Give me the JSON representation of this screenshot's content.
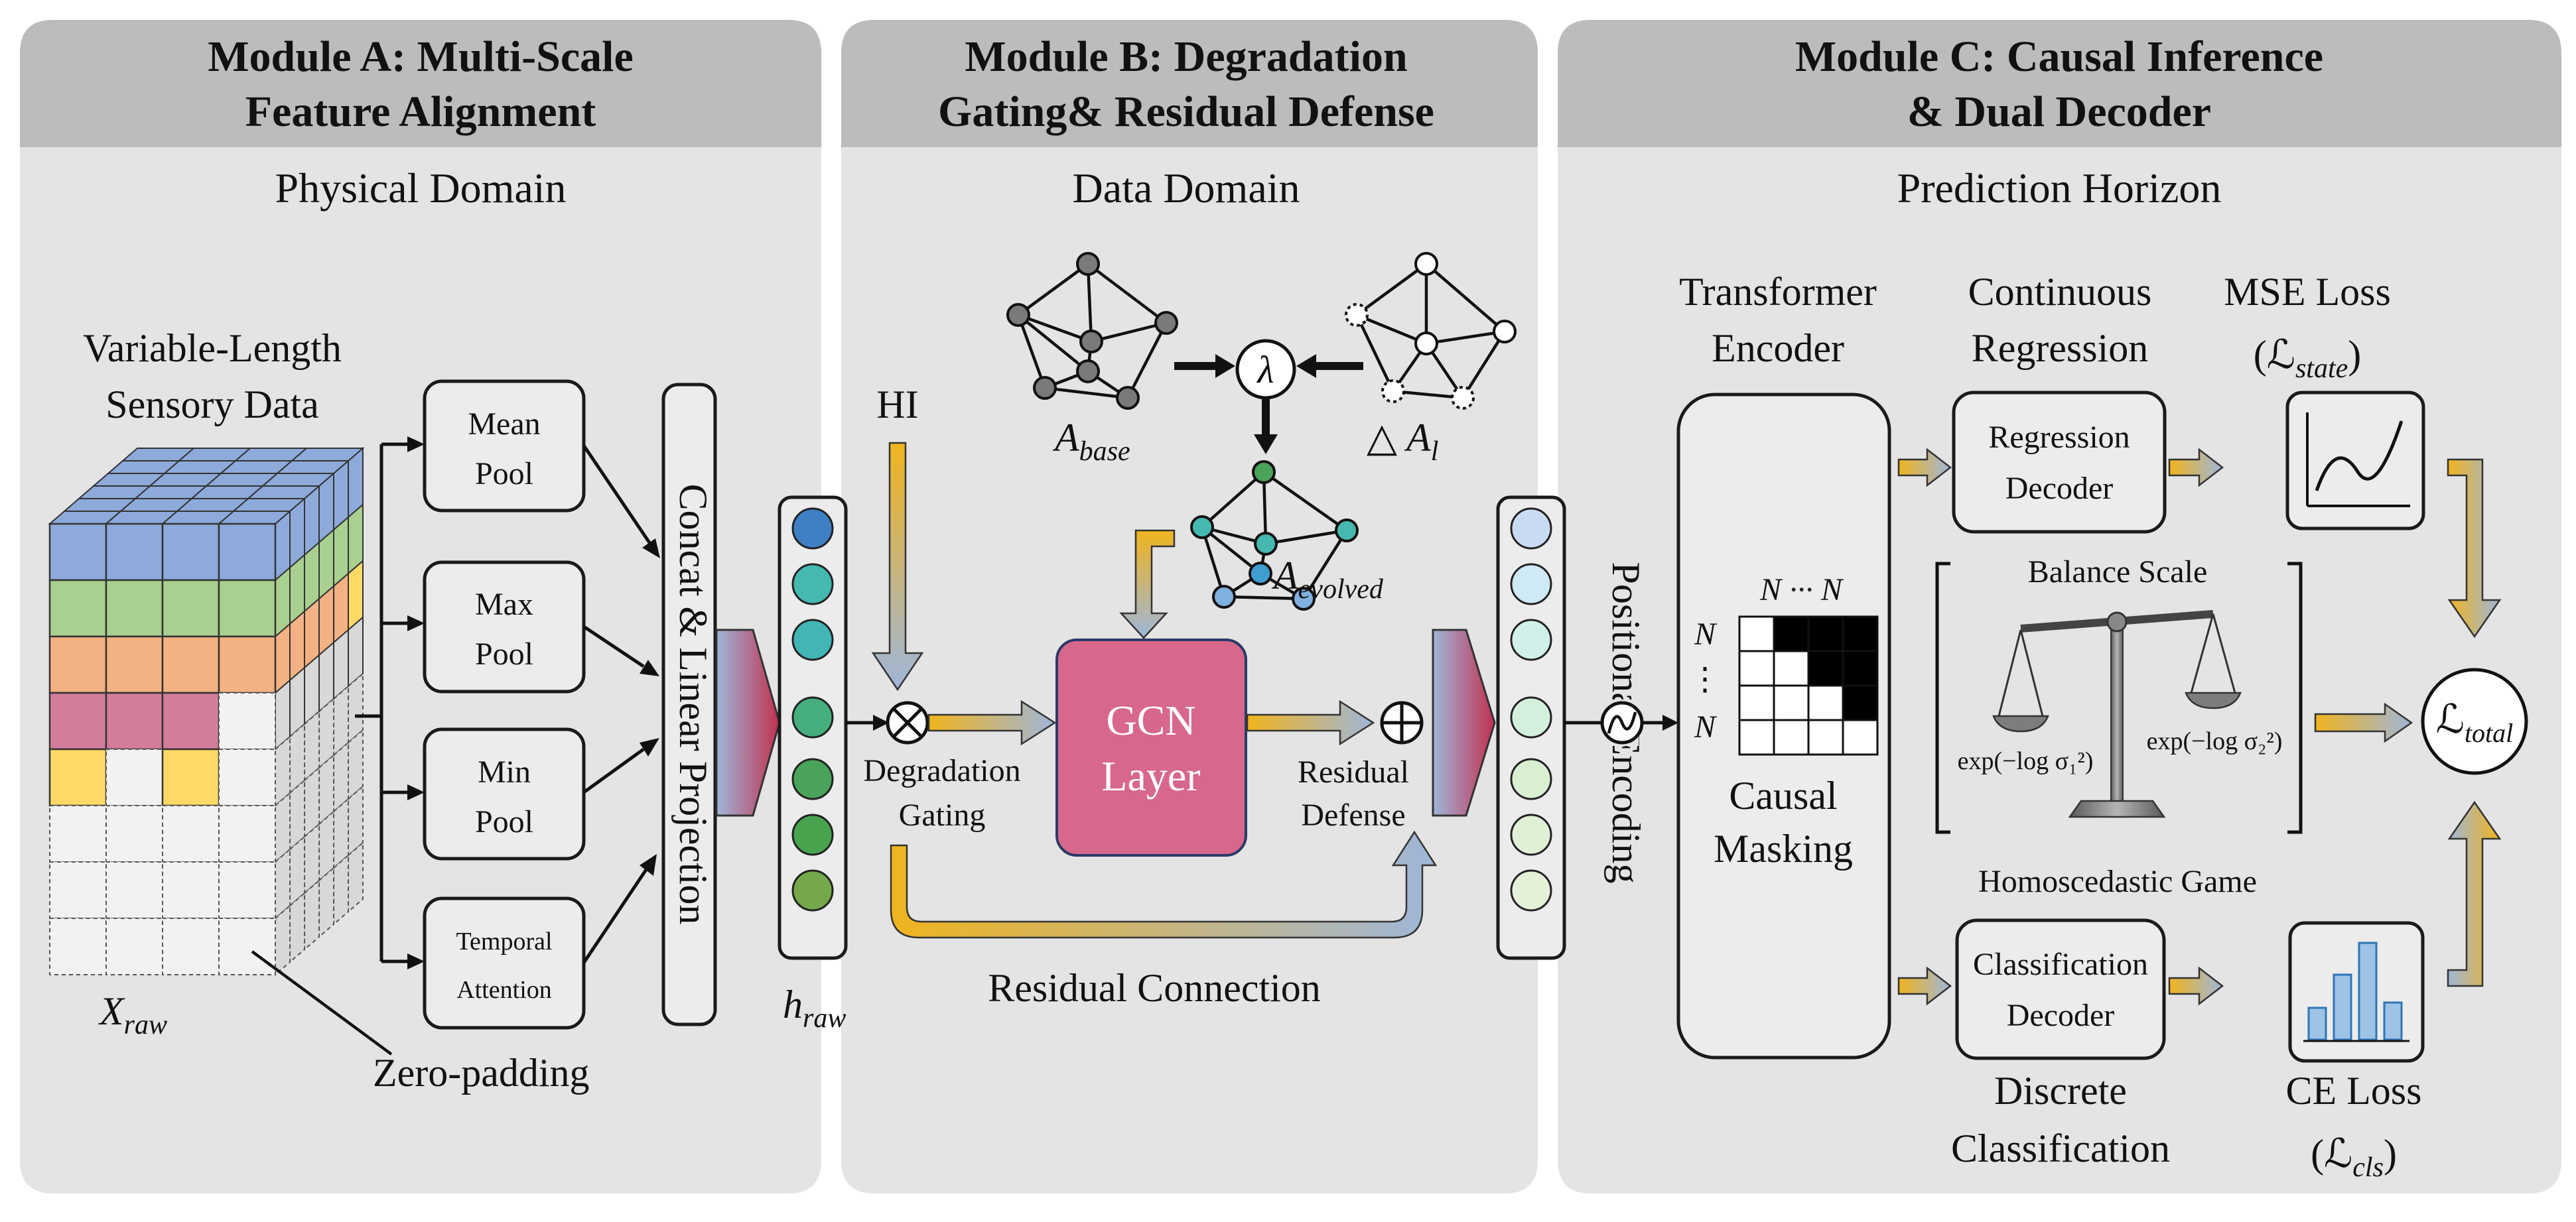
{
  "colors": {
    "panel_bg": "#e4e4e4",
    "panel_header": "#bcbcbc",
    "gcn_fill": "#d8678c",
    "gold": "#f0b41e",
    "steel_blue": "#9fb6d9",
    "node_blue": "#3f7fc4",
    "node_teal": "#45b9b0",
    "node_green": "#4aa35a",
    "cube_blue": "#8eaadb",
    "cube_green": "#a9d08e",
    "cube_orange": "#f4b183",
    "cube_pink": "#d47c9b",
    "cube_yellow": "#ffd966"
  },
  "icons": [
    "multiply-icon",
    "plus-icon",
    "sine-icon",
    "lambda-icon",
    "balance-scale-icon",
    "line-chart-icon",
    "bar-chart-icon"
  ],
  "moduleA": {
    "title_l1": "Module A: Multi-Scale",
    "title_l2": "Feature Alignment",
    "domain": "Physical Domain",
    "data_l1": "Variable-Length",
    "data_l2": "Sensory Data",
    "xraw": "X",
    "xraw_sub": "raw",
    "zero_padding": "Zero-padding",
    "pools": [
      {
        "l1": "Mean",
        "l2": "Pool"
      },
      {
        "l1": "Max",
        "l2": "Pool"
      },
      {
        "l1": "Min",
        "l2": "Pool"
      },
      {
        "l1": "Temporal",
        "l2": "Attention"
      }
    ],
    "concat": "Concat & Linear Projection",
    "hraw": "h",
    "hraw_sub": "raw"
  },
  "moduleB": {
    "title_l1": "Module B: Degradation",
    "title_l2": "Gating& Residual Defense",
    "domain": "Data Domain",
    "hi": "HI",
    "gating_l1": "Degradation",
    "gating_l2": "Gating",
    "gcn_l1": "GCN",
    "gcn_l2": "Layer",
    "residual_def_l1": "Residual",
    "residual_def_l2": "Defense",
    "residual_conn": "Residual Connection",
    "a_base": "A",
    "a_base_sub": "base",
    "delta_a": "△ A",
    "delta_a_sub": "l",
    "a_evolved": "A",
    "a_evolved_sub": "evolved",
    "lambda": "λ"
  },
  "moduleC": {
    "title_l1": "Module C: Causal Inference",
    "title_l2": "& Dual Decoder",
    "domain": "Prediction Horizon",
    "pos_enc": "Positional Encoding",
    "te_l1": "Transformer",
    "te_l2": "Encoder",
    "mask_top": "N ··· N",
    "mask_n": "N",
    "mask_dots": "⋮",
    "causal_l1": "Causal",
    "causal_l2": "Masking",
    "cont_l1": "Continuous",
    "cont_l2": "Regression",
    "reg_l1": "Regression",
    "reg_l2": "Decoder",
    "mse": "MSE Loss",
    "l_state": "(ℒ",
    "l_state_sub": "state",
    "l_state_end": ")",
    "balance": "Balance Scale",
    "exp1": "exp(−log σ₁²)",
    "exp2": "exp(−log σ₂²)",
    "l_total": "ℒ",
    "l_total_sub": "total",
    "homo": "Homoscedastic Game",
    "cls_l1": "Classification",
    "cls_l2": "Decoder",
    "disc_l1": "Discrete",
    "disc_l2": "Classification",
    "ce": "CE Loss",
    "l_cls": "(ℒ",
    "l_cls_sub": "cls",
    "l_cls_end": ")"
  }
}
